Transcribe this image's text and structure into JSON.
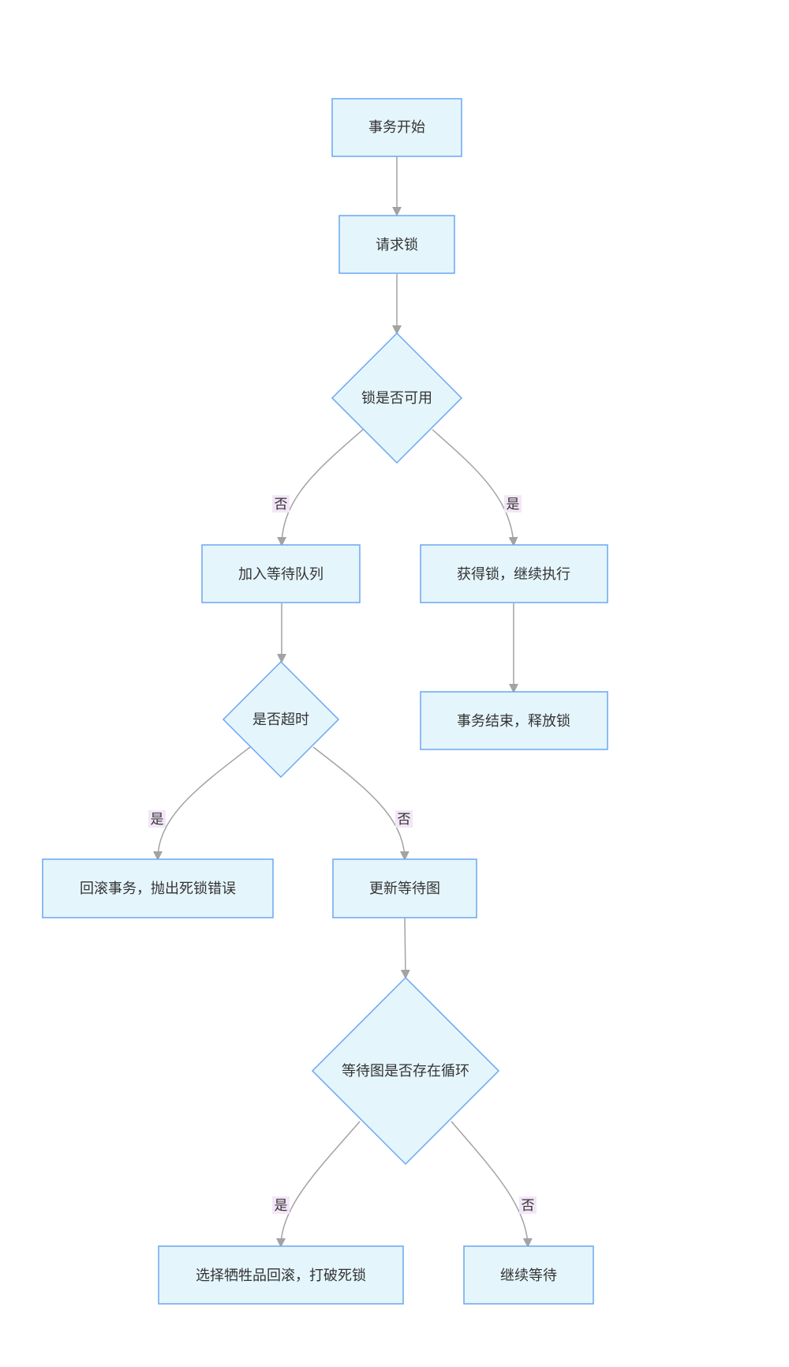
{
  "nodes": {
    "start": "事务开始",
    "request_lock": "请求锁",
    "lock_available": "锁是否可用",
    "join_wait_queue": "加入等待队列",
    "acquire_lock": "获得锁，继续执行",
    "is_timeout": "是否超时",
    "tx_end": "事务结束，释放锁",
    "rollback": "回滚事务，抛出死锁错误",
    "update_wait_graph": "更新等待图",
    "has_cycle": "等待图是否存在循环",
    "choose_victim": "选择牺牲品回滚，打破死锁",
    "continue_wait": "继续等待"
  },
  "edge_labels": {
    "lock_no": "否",
    "lock_yes": "是",
    "timeout_yes": "是",
    "timeout_no": "否",
    "cycle_yes": "是",
    "cycle_no": "否"
  },
  "colors": {
    "node_fill": "#e5f5fc",
    "node_stroke": "#6aa7f2",
    "edge": "#a3a3a3",
    "edge_label_bg": "#f3e6f7"
  }
}
